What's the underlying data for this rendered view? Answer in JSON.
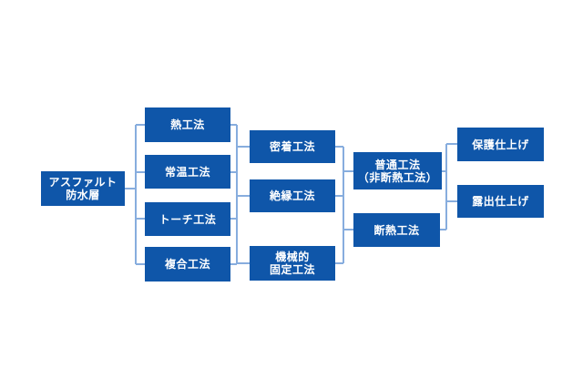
{
  "colors": {
    "box_fill": "#0F56A9",
    "box_text": "#FFFFFF",
    "connector": "#87ADDE",
    "background": "#FFFFFF"
  },
  "nodes": {
    "asphalt": {
      "label": "アスファルト\n防水層"
    },
    "netsu": {
      "label": "熱工法"
    },
    "jouon": {
      "label": "常温工法"
    },
    "torch": {
      "label": "トーチ工法"
    },
    "fukugou": {
      "label": "複合工法"
    },
    "micchaku": {
      "label": "密着工法"
    },
    "zetsuen": {
      "label": "絶縁工法"
    },
    "kikai": {
      "label": "機械的\n固定工法"
    },
    "futsuu": {
      "label": "普通工法\n（非断熱工法）"
    },
    "dannetsu": {
      "label": "断熱工法"
    },
    "hogo": {
      "label": "保護仕上げ"
    },
    "roshutsu": {
      "label": "露出仕上げ"
    }
  },
  "connections": [
    {
      "from": "アスファルト防水層",
      "to": [
        "熱工法",
        "常温工法",
        "トーチ工法",
        "複合工法"
      ]
    },
    {
      "from": "熱工法／常温工法／トーチ工法／複合工法",
      "to": [
        "密着工法",
        "絶縁工法",
        "機械的固定工法"
      ]
    },
    {
      "from": "密着工法／絶縁工法／機械的固定工法",
      "to": [
        "普通工法（非断熱工法）",
        "断熱工法"
      ]
    },
    {
      "from": "普通工法（非断熱工法）／断熱工法",
      "to": [
        "保護仕上げ",
        "露出仕上げ"
      ]
    }
  ]
}
